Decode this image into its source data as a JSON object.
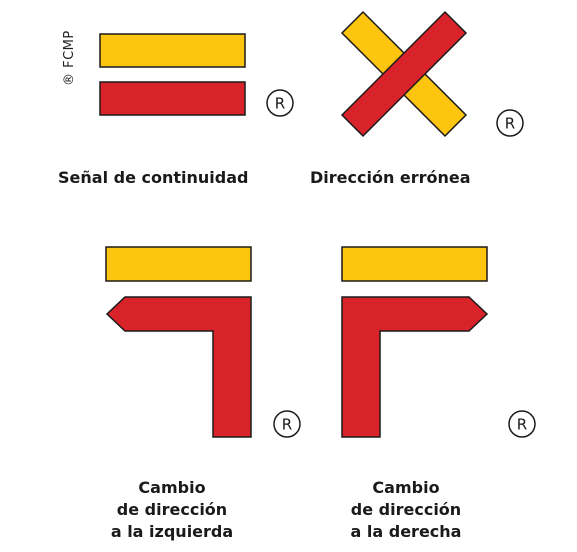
{
  "copyright_note": "® FCMP",
  "colors": {
    "yellow": "#FDC50F",
    "red": "#D8232A",
    "outline": "#1a1a1a"
  },
  "signs": [
    {
      "id": "continuity",
      "caption_lines": [
        "Señal de continuidad"
      ],
      "registered_mark": "R"
    },
    {
      "id": "wrong-direction",
      "caption_lines": [
        "Dirección errónea"
      ],
      "registered_mark": "R"
    },
    {
      "id": "turn-left",
      "caption_lines": [
        "Cambio",
        "de dirección",
        "a la izquierda"
      ],
      "registered_mark": "R"
    },
    {
      "id": "turn-right",
      "caption_lines": [
        "Cambio",
        "de dirección",
        "a la derecha"
      ],
      "registered_mark": "R"
    }
  ]
}
